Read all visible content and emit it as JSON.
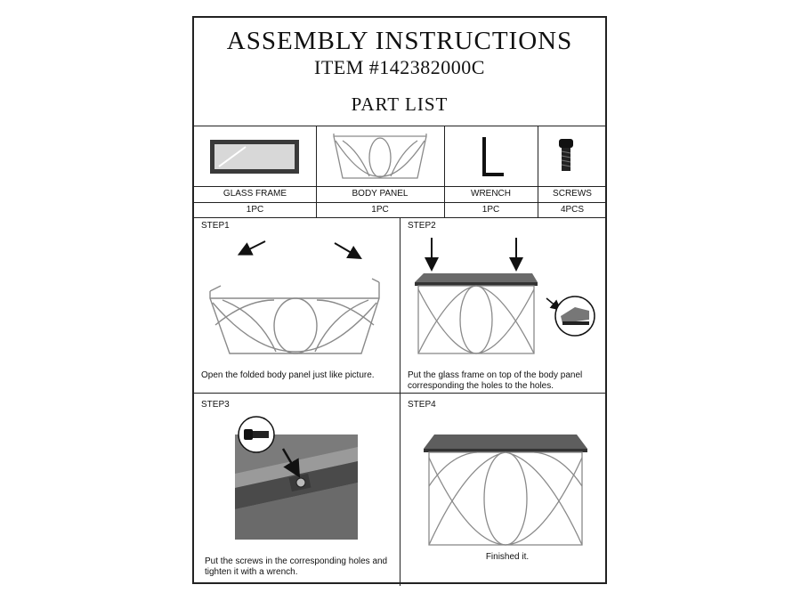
{
  "header": {
    "title": "ASSEMBLY INSTRUCTIONS",
    "item": "ITEM #142382000C",
    "part_list": "PART LIST"
  },
  "parts": [
    {
      "name": "GLASS FRAME",
      "qty": "1PC",
      "icon": "glass-frame-image"
    },
    {
      "name": "BODY PANEL",
      "qty": "1PC",
      "icon": "body-panel-image"
    },
    {
      "name": "WRENCH",
      "qty": "1PC",
      "icon": "wrench-image"
    },
    {
      "name": "SCREWS",
      "qty": "4PCS",
      "icon": "screw-image"
    }
  ],
  "steps": [
    {
      "label": "STEP1",
      "caption": "Open the folded body panel just like picture."
    },
    {
      "label": "STEP2",
      "caption": "Put the glass frame on top of the body panel corresponding the holes to the holes."
    },
    {
      "label": "STEP3",
      "caption": "Put the screws in the corresponding holes and tighten it with a wrench."
    },
    {
      "label": "STEP4",
      "caption": "Finished it."
    }
  ],
  "colors": {
    "border": "#222222",
    "metal": "#8a8a8a",
    "glass": "#cfcfcf"
  }
}
